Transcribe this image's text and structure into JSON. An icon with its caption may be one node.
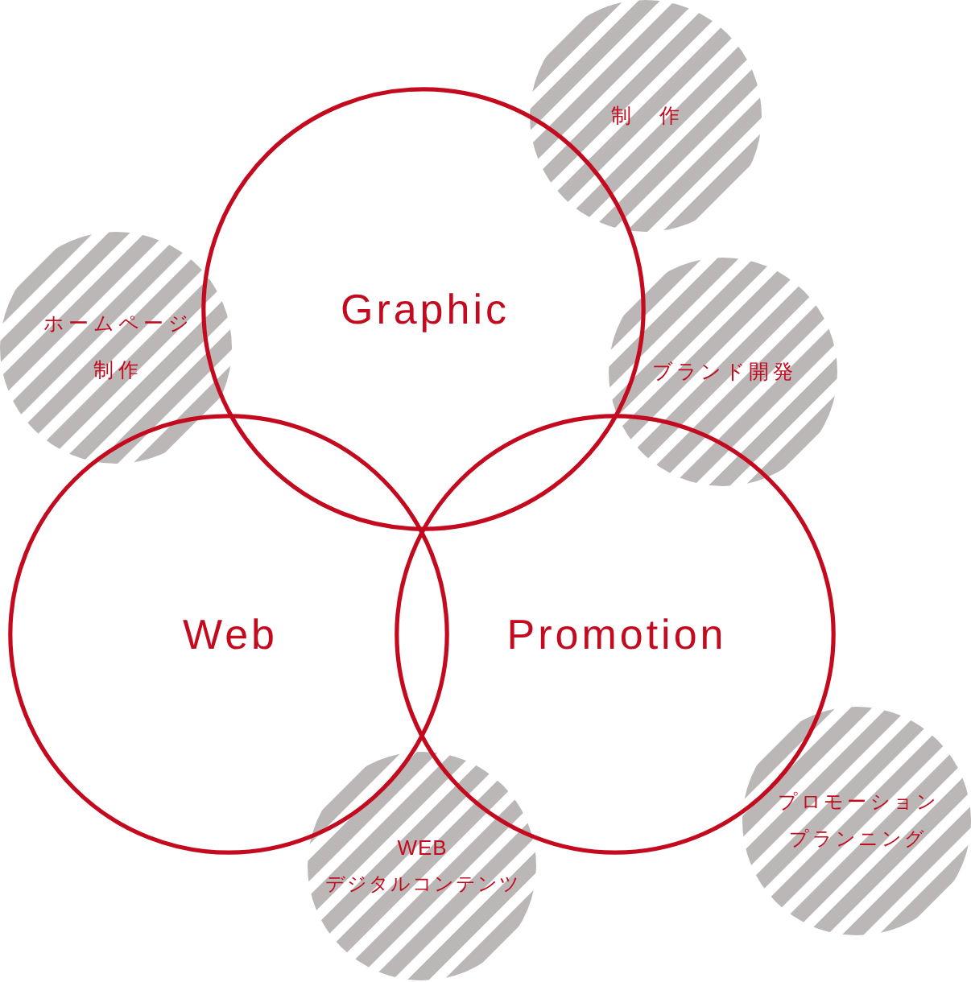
{
  "diagram": {
    "nodes": [
      {
        "text": [
          "制　作"
        ]
      },
      {
        "text": [
          "Graphic"
        ]
      },
      {
        "text": [
          "ホームページ制作"
        ]
      },
      {
        "text": [
          "ブランド開発"
        ]
      },
      {
        "text": [
          "Web"
        ]
      },
      {
        "text": [
          "Promotion"
        ]
      },
      {
        "text": [
          "プロモーションプランニング"
        ]
      },
      {
        "text": [
          "WEB",
          "デジタルコンテンツ"
        ]
      }
    ]
  }
}
